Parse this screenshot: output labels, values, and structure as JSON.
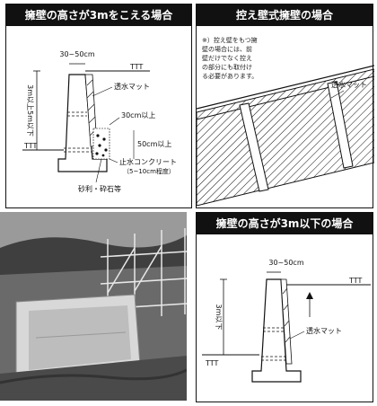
{
  "panels": {
    "top_left": {
      "title": "擁壁の高さが3mをこえる場合",
      "labels": {
        "top_width": "30~50cm",
        "height_range": "3m以上5m以下",
        "drain_mat": "透水マット",
        "gravel_zone": "30cm以上",
        "base_dim": "50cm以上",
        "waterstop_1": "止水コンクリート",
        "waterstop_2": "（5~10cm程度）",
        "gravel": "砂利・砕石等"
      }
    },
    "top_right": {
      "title": "控え壁式擁壁の場合",
      "note": [
        "※）控え壁をもつ擁",
        "壁の場合には、前",
        "壁だけでなく控え",
        "の部分にも取付け",
        "る必要があります。"
      ],
      "drain_mat": "透水マット"
    },
    "bottom_right": {
      "title": "擁壁の高さが3m以下の場合",
      "labels": {
        "top_width": "30~50cm",
        "height": "3m以下",
        "drain_mat": "透水マット"
      }
    }
  },
  "colors": {
    "ink": "#111111",
    "photo_sky": "#9a9a9a",
    "photo_ground": "#4a4a4a",
    "sheet": "#d8d8d8"
  }
}
